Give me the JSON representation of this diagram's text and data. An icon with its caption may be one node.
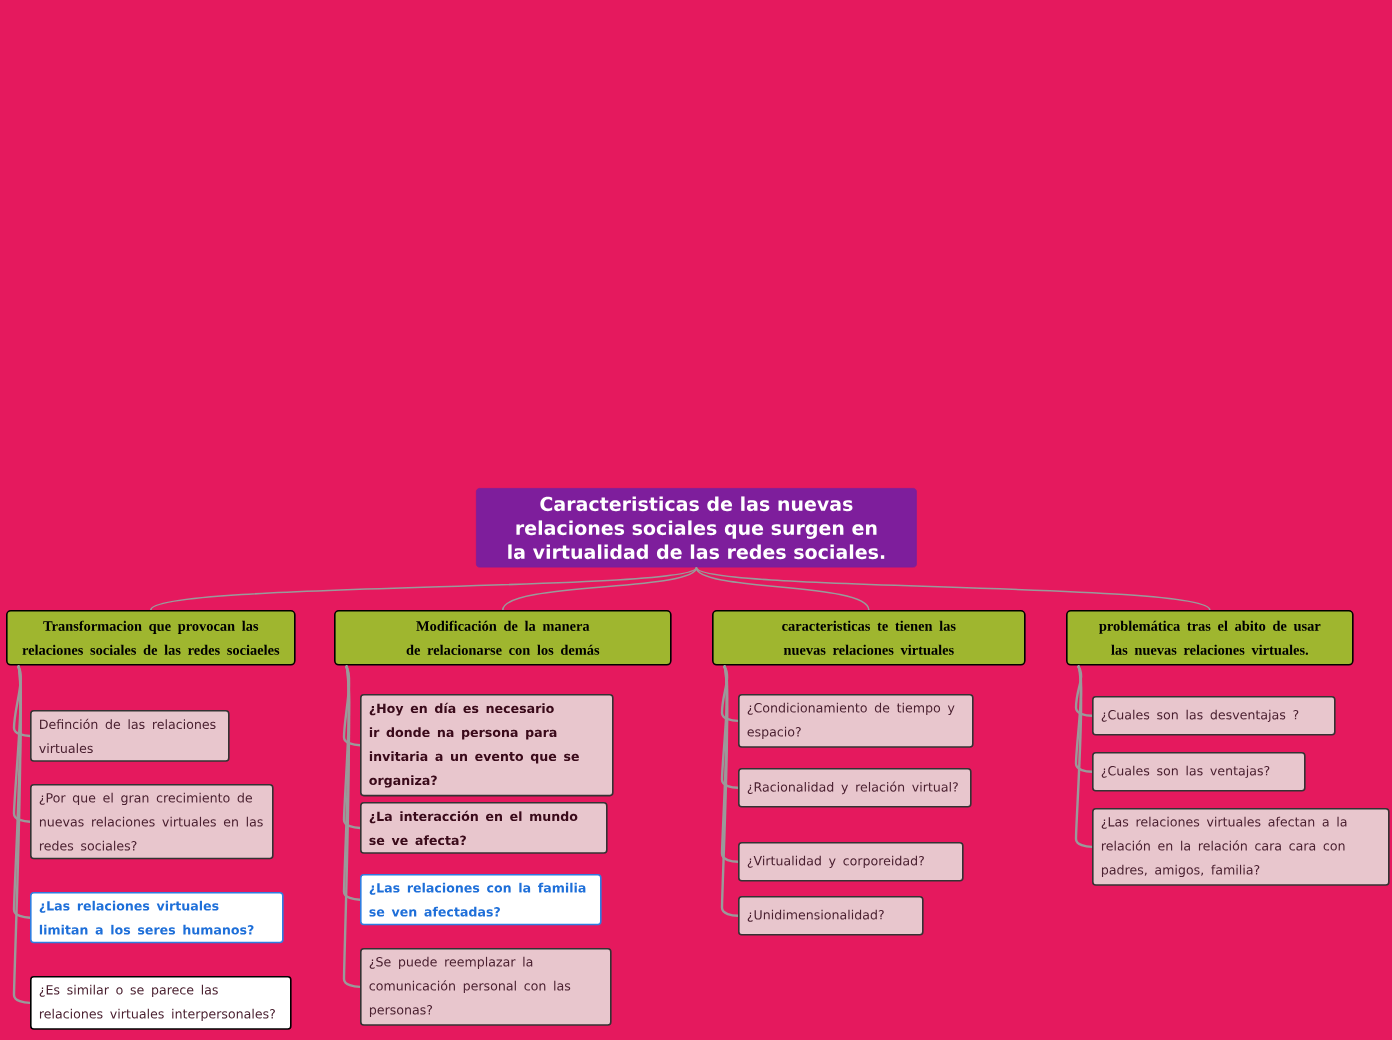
{
  "diagram": {
    "nodes": [
      {
        "text": [
          "Caracteristicas de las nuevas relaciones sociales que surgen en la virtualidad de las redes sociales."
        ]
      },
      {
        "text": [
          "Transformacion que provocan las relaciones sociales de las redes sociaeles"
        ]
      },
      {
        "text": [
          "Modificación de la manera de relacionarse con los demás"
        ]
      },
      {
        "text": [
          "caracteristicas te tienen las nuevas relaciones virtuales"
        ]
      },
      {
        "text": [
          "problemática tras el abito de usar las nuevas relaciones virtuales."
        ]
      },
      {
        "text": [
          "Definción de las relaciones virtuales"
        ]
      },
      {
        "text": [
          "¿Por que el gran crecimiento de nuevas relaciones virtuales en las redes sociales?"
        ]
      },
      {
        "text": [
          "¿Las relaciones virtuales limitan a los seres humanos?"
        ]
      },
      {
        "text": [
          "¿Es similar o se parece las relaciones virtuales interpersonales?"
        ]
      },
      {
        "text": [
          "¿Hoy en día es necesario ir donde na persona para invitaria a un evento que se organiza?"
        ]
      },
      {
        "text": [
          "¿La interacción en el mundo se ve afecta?"
        ]
      },
      {
        "text": [
          "¿Las relaciones con la familia se ven afectadas?"
        ]
      },
      {
        "text": [
          "¿Se puede reemplazar la comunicación personal con las personas?"
        ]
      },
      {
        "text": [
          "¿Condicionamiento de tiempo y espacio?"
        ]
      },
      {
        "text": [
          "¿Racionalidad y relación virtual?"
        ]
      },
      {
        "text": [
          "¿Virtualidad y corporeidad?"
        ]
      },
      {
        "text": [
          "¿Unidimensionalidad?"
        ]
      },
      {
        "text": [
          "¿Cuales son las desventajas ?"
        ]
      },
      {
        "text": [
          "¿Cuales son las ventajas?"
        ]
      },
      {
        "text": [
          "¿Las relaciones virtuales afectan a la relación en la relación cara cara con padres, amigos, familia?"
        ]
      }
    ],
    "edges": [
      {
        "from": 0,
        "to": 1,
        "arrow": "none"
      },
      {
        "from": 0,
        "to": 2,
        "arrow": "none"
      },
      {
        "from": 0,
        "to": 3,
        "arrow": "none"
      },
      {
        "from": 0,
        "to": 4,
        "arrow": "none"
      },
      {
        "from": 1,
        "to": 5,
        "arrow": "none"
      },
      {
        "from": 1,
        "to": 6,
        "arrow": "none"
      },
      {
        "from": 1,
        "to": 7,
        "arrow": "none"
      },
      {
        "from": 1,
        "to": 8,
        "arrow": "none"
      },
      {
        "from": 2,
        "to": 9,
        "arrow": "none"
      },
      {
        "from": 2,
        "to": 10,
        "arrow": "none"
      },
      {
        "from": 2,
        "to": 11,
        "arrow": "none"
      },
      {
        "from": 2,
        "to": 12,
        "arrow": "none"
      },
      {
        "from": 3,
        "to": 13,
        "arrow": "none"
      },
      {
        "from": 3,
        "to": 14,
        "arrow": "none"
      },
      {
        "from": 3,
        "to": 15,
        "arrow": "none"
      },
      {
        "from": 3,
        "to": 16,
        "arrow": "none"
      },
      {
        "from": 4,
        "to": 17,
        "arrow": "none"
      },
      {
        "from": 4,
        "to": 18,
        "arrow": "none"
      },
      {
        "from": 4,
        "to": 19,
        "arrow": "none"
      }
    ]
  }
}
